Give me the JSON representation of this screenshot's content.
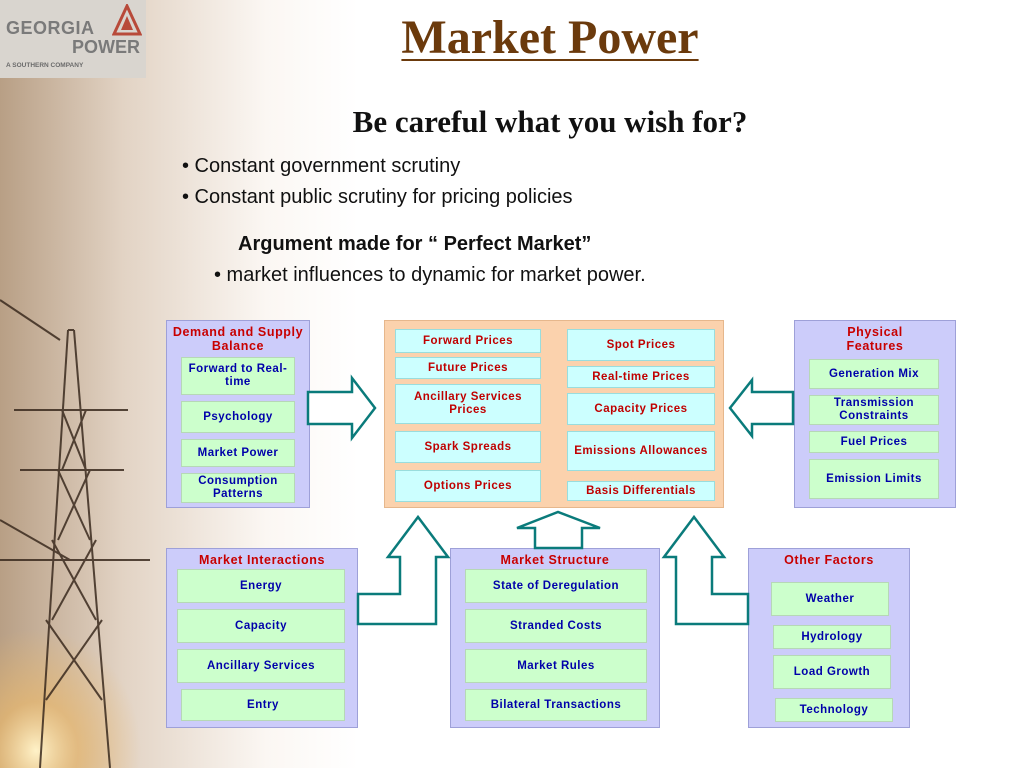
{
  "logo": {
    "line1": "GEORGIA",
    "line2": "POWER",
    "line3": "A SOUTHERN COMPANY"
  },
  "title": "Market Power",
  "subtitle": "Be careful what you wish for?",
  "bullets": [
    "• Constant government scrutiny",
    "• Constant public scrutiny for pricing policies"
  ],
  "argument": {
    "heading": "Argument made for “ Perfect Market”",
    "bullet": "• market influences to dynamic for market power."
  },
  "diagram": {
    "demand_supply": {
      "title": "Demand and Supply Balance",
      "items": [
        "Forward to Real-time",
        "Psychology",
        "Market Power",
        "Consumption Patterns"
      ]
    },
    "prices": {
      "left": [
        "Forward Prices",
        "Future Prices",
        "Ancillary Services Prices",
        "Spark Spreads",
        "Options Prices"
      ],
      "right": [
        "Spot Prices",
        "Real-time Prices",
        "Capacity Prices",
        "Emissions Allowances",
        "Basis Differentials"
      ]
    },
    "physical": {
      "title": "Physical Features",
      "items": [
        "Generation Mix",
        "Transmission Constraints",
        "Fuel Prices",
        "Emission Limits"
      ]
    },
    "interactions": {
      "title": "Market Interactions",
      "items": [
        "Energy",
        "Capacity",
        "Ancillary Services",
        "Entry"
      ]
    },
    "structure": {
      "title": "Market Structure",
      "items": [
        "State of Deregulation",
        "Stranded Costs",
        "Market Rules",
        "Bilateral Transactions"
      ]
    },
    "other": {
      "title": "Other Factors",
      "items": [
        "Weather",
        "Hydrology",
        "Load Growth",
        "Technology"
      ]
    }
  },
  "colors": {
    "title": "#6b3a0c",
    "panel": "#ccccfa",
    "orange_panel": "#fbd2ad",
    "green_box": "#ccffcc",
    "cyan_box": "#ccffff",
    "panel_title": "#c80000",
    "box_text": "#0000aa",
    "arrow": "#0a7b7b"
  }
}
